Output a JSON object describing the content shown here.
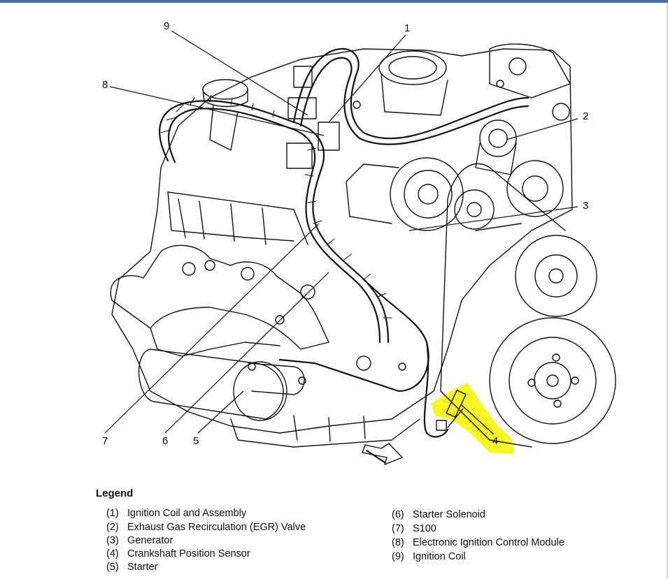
{
  "callouts": [
    {
      "id": "1",
      "label": "1"
    },
    {
      "id": "2",
      "label": "2"
    },
    {
      "id": "3",
      "label": "3"
    },
    {
      "id": "4",
      "label": "4"
    },
    {
      "id": "5",
      "label": "5"
    },
    {
      "id": "6",
      "label": "6"
    },
    {
      "id": "7",
      "label": "7"
    },
    {
      "id": "8",
      "label": "8"
    },
    {
      "id": "9",
      "label": "9"
    }
  ],
  "legend": {
    "title": "Legend",
    "items": [
      {
        "num": "(1)",
        "text": "Ignition Coil and Assembly"
      },
      {
        "num": "(2)",
        "text": "Exhaust Gas Recirculation (EGR) Valve"
      },
      {
        "num": "(3)",
        "text": "Generator"
      },
      {
        "num": "(4)",
        "text": "Crankshaft Position Sensor"
      },
      {
        "num": "(5)",
        "text": "Starter"
      },
      {
        "num": "(6)",
        "text": "Starter Solenoid"
      },
      {
        "num": "(7)",
        "text": "S100"
      },
      {
        "num": "(8)",
        "text": "Electronic Ignition Control Module"
      },
      {
        "num": "(9)",
        "text": "Ignition Coil"
      }
    ]
  },
  "colors": {
    "highlight": "#f5f500",
    "line": "#111111",
    "topbar": "#4a6f9b"
  }
}
